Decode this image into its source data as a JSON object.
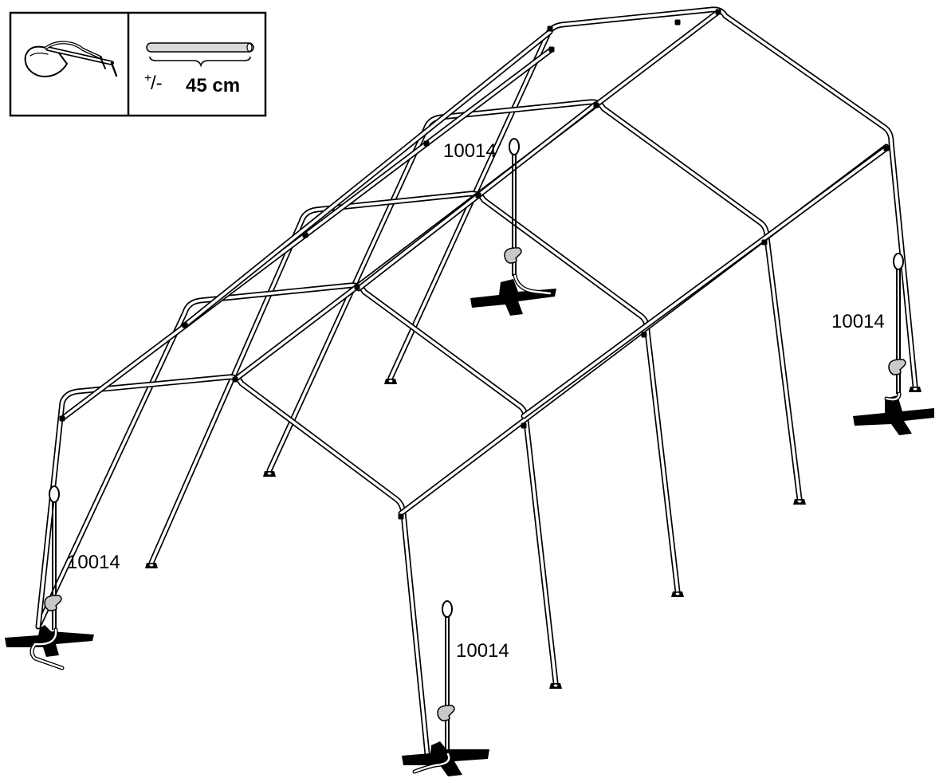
{
  "legend": {
    "tube_length_prefix_sup": "+",
    "tube_length_prefix": "/-",
    "tube_length_value": "45 cm",
    "glasses_icon": "safety-glasses-icon",
    "tube_icon": "tube-length-icon"
  },
  "anchors": [
    {
      "part": "10014"
    },
    {
      "part": "10014"
    },
    {
      "part": "10014"
    },
    {
      "part": "10014"
    }
  ],
  "colors": {
    "line": "#000000",
    "background": "#ffffff",
    "auger_fill": "#c8c8c8"
  }
}
